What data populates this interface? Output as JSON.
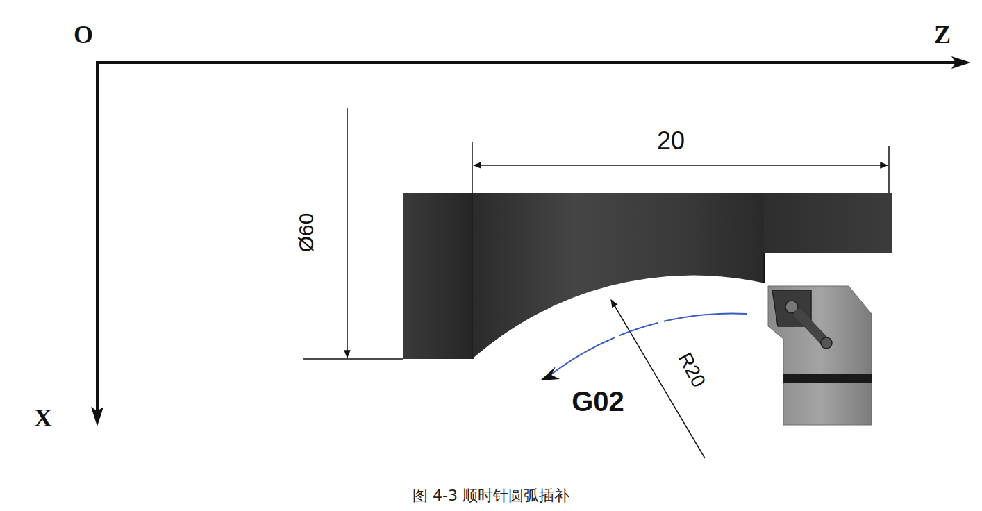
{
  "diagram": {
    "caption": "图 4-3 顺时针圆弧插补",
    "labels": [
      "O",
      "Z",
      "X",
      "20",
      "Ø60",
      "R20",
      "G02"
    ]
  }
}
